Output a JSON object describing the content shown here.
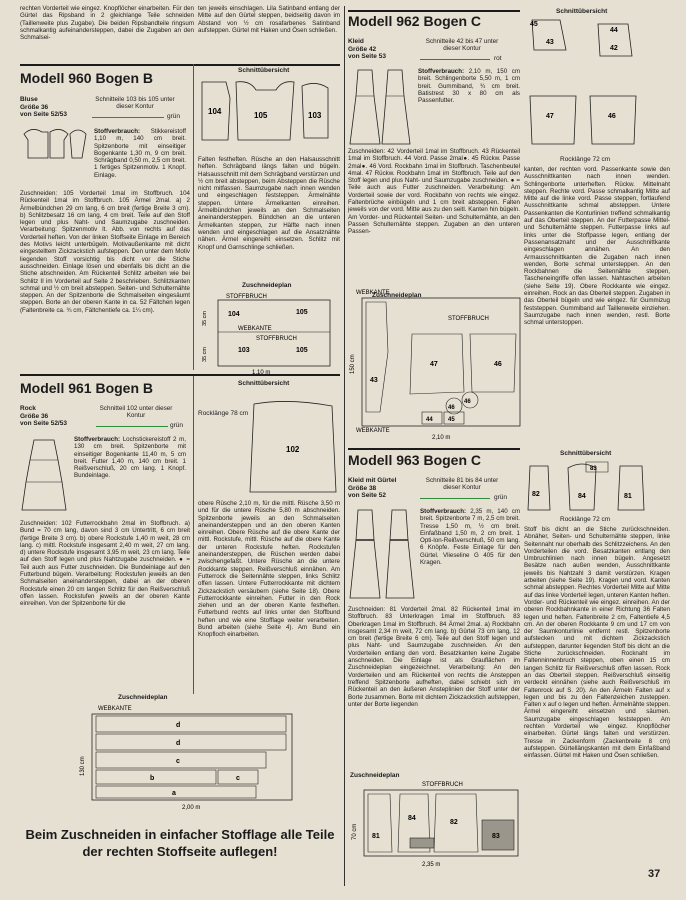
{
  "page_number": "37",
  "fabric_label": "Stoffverbrauch:",
  "top_left_text": "rechten Vorderteil wie eingez. Knopflöcher einarbeiten. Für den Gürtel das Ripsband in 2 gleichlange Teile schneiden (Taillenweite plus Zugabe). Die beiden Ripsbandteile ringsum schmalkantig aufeinandersteppen, dabei die Zugaben an den Schmalsei-",
  "top_mid_text": "ten jeweils einschlagen. Lila Satinband entlang der Mitte auf den Gürtel steppen, beidseitig davon im Abstand von ½ cm rosafarbenes Satinband aufsteppen. Gürtel mit Haken und Ösen schließen.",
  "banner": "Beim Zuschneiden in einfacher Stofflage alle Teile der rechten Stoffseite auflegen!",
  "m960": {
    "title": "Modell 960   Bogen B",
    "label": "Bluse\nGröße 36\nvon Seite 52/53",
    "sheet": "Schnitteile 103 bis 105 unter dieser Kontur",
    "contour": "grün",
    "fabric": "Stikkereistoff 1,10 m, 140 cm breit. Spitzenborte mit einseitiger Bogenkante 1,30 m, 9 cm breit. Schrägband 0,50 m, 2,5 cm breit. 1 fertiges Spitzenmotiv. 1 Knopf. Einlage.",
    "body": "Zuschneiden: 105 Vorderteil 1mal im Stoffbruch. 104 Rückenteil 1mal im Stoffbruch. 105 Ärmel 2mal. a) 2 Ärmelbündchen 29 cm lang, 6 cm breit (fertige Breite 3 cm). b) Schlitzbesatz 16 cm lang, 4 cm breit. Teile auf den Stoff legen und plus Naht- und Saumzugabe zuschneiden. Verarbeitung: Spitzenmotiv lt. Abb. von rechts auf das Vorderteil heften. Von der linken Stoffseite Einlage im Bereich des Motivs leicht unterbügeln. Motivaußenkante mit dicht eingestelltem Zickzackstich aufsteppen. Den unter dem Motiv liegenden Stoff vorsichtig bis dicht vor die Stiche ausschneiden. Einlage lösen und ebenfalls bis dicht an die Stiche abschneiden. Am Rückenteil Schlitz arbeiten wie bei Schlitz II im Vorderteil auf Seite 2 beschrieben. Schlitzkanten schmal und ½ cm breit absteppen. Seiten- und Schulternähte steppen. An der Spitzenborte die Schmalseiten eingesäumt steppen. Borte an der oberen Kante in ca. 52 Fältchen legen (Faltenbreite ca. ¾ cm, Fältchentiefe ca. 1¼ cm).",
    "mid_text": "Falten festheften. Rüsche an den Halsausschnitt heften. Schrägband längs falten und bügeln. Halsausschnitt mit dem Schrägband verstürzen und ½ cm breit absteppen, beim Absteppen die Rüsche nicht mitfassen. Saumzugabe nach innen wenden und eingeschlagen feststeppen. Ärmelnähte steppen. Untere Ärmelkanten einreihen. Ärmelbündchen jeweils an den Schmalseiten aneinandersteppen. Bündchen an die unteren Ärmelkanten steppen, zur Hälfte nach innen wenden und eingeschlagen auf die Ansatznähte nähen. Ärmel eingereiht einsetzen. Schlitz mit Knopf und Garnschlinge schließen."
  },
  "m961": {
    "title": "Modell 961   Bogen B",
    "label": "Rock\nGröße 36\nvon Seite 52/53",
    "sheet": "Schnitteil 102 unter dieser Kontur",
    "contour": "grün",
    "fabric": "Lochstickereistoff 2 m, 130 cm breit. Spitzenborte mit einseitiger Bogenkante 11,40 m, 5 cm breit. Futter 1,40 m, 140 cm breit. 1 Reißverschluß, 20 cm lang. 1 Knopf. Bundeinlage.",
    "body": "Zuschneiden: 102 Futterrockbahn 2mal im Stoffbruch. a) Bund = 70 cm lang, davon sind 3 cm Untertritt, 6 cm breit (fertige Breite 3 cm). b) obere Rockstufe 1,40 m weit, 28 cm lang. c) mittl. Rockstufe insgesamt 2,40 m weit, 27 cm lang. d) untere Rockstufe insgesamt 3,95 m weit, 23 cm lang. Teile auf den Stoff legen und plus Nahtzugabe zuschneiden. ● = Teil auch aus Futter zuschneiden. Die Bundeinlage auf den Futterbund bügeln. Verarbeitung: Rockstufen jeweils an den Schmalseiten aneinandersteppen, dabei an der oberen Rockstufe einen 20 cm langen Schlitz für den Reißverschluß offen lassen. Rockstufen jeweils an der oberen Kante einreihen. Von der Spitzenborte für die",
    "mid_text": "obere Rüsche 2,10 m, für die mittl. Rüsche 3,50 m und für die untere Rüsche 5,80 m abschneiden. Spitzenborte jeweils an den Schmalseiten aneinandersteppen und an den oberen Kanten einreihen. Obere Rüsche auf die obere Kante der mittl. Rockstufe, mittl. Rüsche auf die obere Kante der unteren Rockstufe heften. Rockstufen aneinandersteppen, die Rüschen werden dabei zwischengefaßt. Untere Rüsche an die untere Rockkante steppen. Reißverschluß einnähen. Am Futterrock die Seitennähte steppen, links Schlitz offen lassen. Untere Futterrockkante mit dichtem Zickzackstich versäubern (siehe Seite 18). Obere Futterrockkante einreihen. Futter in den Rock ziehen und an der oberen Kante festheften. Futterbund rechts auf links unter den Stoffbund heften und wie eine Stofflage weiter verarbeiten. Bund arbeiten (siehe Seite 4). Am Bund ein Knopfloch einarbeiten."
  },
  "m962": {
    "title": "Modell 962   Bogen C",
    "label": "Kleid\nGröße 42\nvon Seite 53",
    "sheet": "Schnitteile 42 bis 47 unter dieser Kontur",
    "contour": "rot",
    "fabric": "2,10 m, 150 cm breit. Schlingenborte 5,50 m, 1 cm breit. Gummiband, ¾ cm breit. Batistrest 30 x 80 cm als Passenfutter.",
    "body": "Zuschneiden: 42 Vorderteil 1mal im Stoffbruch. 43 Rückenteil 1mal im Stoffbruch. 44 Vord. Passe 2mal●. 45 Rückw. Passe 2mal●. 46 Vord. Rockbahn 1mal im Stoffbruch. Taschenbeutel 4mal. 47 Rückw. Rockbahn 1mal im Stoffbruch. Teile auf den Stoff legen und plus Naht- und Saumzugabe zuschneiden. ● = Teile auch aus Futter zuschneiden. Verarbeitung: Am Vorderteil sowie der vord. Rockbahn von rechts wie eingez. Faltenbrüche einbügeln und 1 cm breit absteppen. Falten jeweils von der vord. Mitte aus zu den seitl. Kanten hin bügeln. Am Vorder- und Rückenteil Seiten- und Schulternähte, an den Passen Schulternähte steppen. Zugaben an den unteren Passen-",
    "right_text": "kanten, der rechten vord. Passenkante sowie den Ausschnittkanten nach innen wenden. Schlingenborte unterheften. Rückw. Mittelnaht steppen. Rechte vord. Passe schmalkantig Mitte auf Mitte auf die linke vord. Passe steppen, fortlaufend Ausschnittkante schmal absteppen. Untere Passenkanten die Konturlinien treffend schmalkantig auf das Oberteil steppen. An der Futterpasse Mittel- und Schulternähte steppen. Futterpasse links auf links unter die Stoffpasse legen, entlang der Passenansatznaht und der Ausschnittkante eingeschlagen annähen. An den Armausschnittkanten die Zugaben nach innen wenden, Borte schmal untersteppen. An den Rockbahnen die Seitennähte steppen, Tascheneingriffe offen lassen. Nahtaschen arbeiten (siehe Seite 19). Obere Rockkante wie eingez. einreihen. Rock an das Oberteil steppen. Zugaben in das Oberteil bügeln und wie eingez. für Gummizug feststeppen. Gummiband auf Taillenweite einziehen. Saumzugabe nach innen wenden, restl. Borte schmal unterstoppen."
  },
  "m963": {
    "title": "Modell 963   Bogen C",
    "label": "Kleid mit Gürtel\nGröße 38\nvon Seite 52",
    "sheet": "Schnitteile 81 bis 84 unter dieser Kontur",
    "contour": "grün",
    "fabric": "2,35 m, 140 cm breit. Spitzenborte 7 m, 2,5 cm breit. Tresse 1,50 m, ½ cm breit. Einfaßband 1,50 m, 2 cm breit. 1 Opti-lon-Reißverschluß, 50 cm lang. 6 Knöpfe. Feste Einlage für den Gürtel. Vlieseline G 405 für den Kragen.",
    "body": "Zuschneiden: 81 Vorderteil 2mal. 82 Rückenteil 1mal im Stoffbruch. 83 Unterkragen 1mal im Stoffbruch. 83 Oberkragen 1mal im Stoffbruch. 84 Ärmel 2mal. a) Rockbahn insgesamt 2,34 m weit, 72 cm lang. b) Gürtel 73 cm lang, 12 cm breit (fertige Breite 6 cm). Teile auf den Stoff legen und plus Naht- und Saumzugabe zuschneiden. An den Vorderteilen entlang den vord. Besatzkanten keine Zugabe anschneiden. Die Einlage ist als Grauflächen im Zuschneideplan eingezeichnet. Verarbeitung: An den Vorderteilen und am Rückenteil von rechts die Ansteppen treffend Spitzenborte aufheften, dabei schiebt sich im Rückenteil an den äußeren Ansteplinien der Stoff unter der Borte zusammen. Borte mit dichtem Zickzackstich aufsteppen, unter der Borte liegenden",
    "right_text": "Stoff bis dicht an die Stiche zurückschneiden. Abnäher, Seiten- und Schulternähte steppen, linke Seitennaht nur oberhalb des Schlitzzeichens. An den Vorderteilen die vord. Besatzkanten entlang den Umbruchlinien nach innen bügeln. Angesetzt Besätze nach außen wenden, Ausschnittkante jeweils bis Nahtzahl 3 damit verstürzen. Kragen arbeiten (siehe Seite 19). Kragen und vord. Kanten schmal absteppen. Rechtes Vorderteil Mitte auf Mitte auf das linke Vorderteil legen, unteren Kanten heften. Vorder- und Rückenteil wie eingez. einreihen. An der oberen Rockbahnkante in einer Richtung 36 Falten legen und heften. Faltenbreite 2 cm, Faltentiefe 4,5 cm. An der oberen Rockkante 9 cm und 17 cm von der Saumkonturlinie entfernt restl. Spitzenborte aufstecken und mit dichtem Zickzackstich aufsteppen, darunter liegenden Stoff bis dicht an die Stiche zurückschneiden. Rocknaht im Faltenninnenbruch steppen, oben einen 15 cm langen Schlitz für Reißverschluß offen lassen. Rock an das Oberteil steppen. Reißverschluß einseitig verdeckt einnähen (siehe auch Reißverschluß im Faltenrock auf S. 20). An den Ärmeln Falten auf x legen und bis zu den Faltenzeichen zusteppen. Falten x auf o legen und heften. Ärmelnähte steppen. Ärmel eingereiht einsetzen und säumen. Saumzugabe eingeschlagen feststeppen. Am rechten Vorderteil wie eingez. Knopflöcher einarbeiten. Gürtel längs falten und verstürzen. Tresse in Zackenform (Zackenbreite 8 cm) aufsteppen. Gürtellängskanten mit dem Einfaßband einfassen. Gürtel mit Haken und Ösen schließen."
  },
  "diagram_labels": {
    "schnitt": "Schnittübersicht",
    "plan": "Zuschneideplan",
    "stoffbruch": "STOFFBRUCH",
    "webkante": "WEBKANTE",
    "dim_960_w": "1,10 m",
    "dim_960_h": "35 cm",
    "dim_961_w": "2,00 m",
    "dim_961_h": "130 cm",
    "dim_962_w": "2,10 m",
    "dim_962_h": "150 cm",
    "dim_963_w": "2,35 m",
    "dim_963_h": "70 cm",
    "len_961": "Rocklänge 78 cm",
    "len_962": "Rocklänge 72 cm",
    "len_963": "Rocklänge 72 cm"
  }
}
